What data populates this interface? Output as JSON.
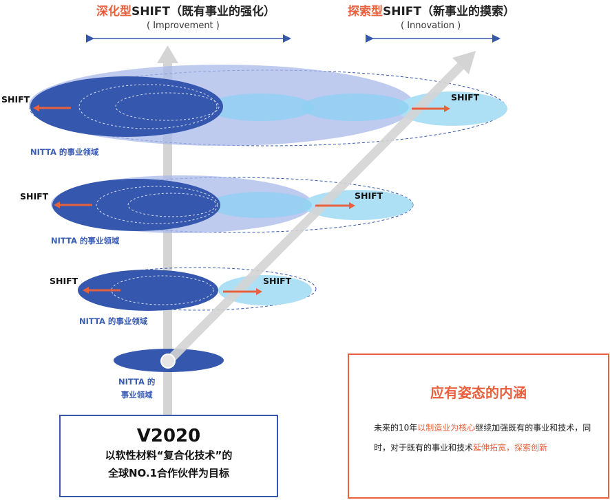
{
  "headers": {
    "improve_title_accent": "深化型",
    "improve_title_rest": "SHIFT（既有事业的强化）",
    "improve_sub": "( Improvement )",
    "innov_title_accent": "探索型",
    "innov_title_rest": "SHIFT（新事业的摸索）",
    "innov_sub": "( Innovation )"
  },
  "labels": {
    "shift": "SHIFT",
    "nitta_domain": "NITTA 的事业领域",
    "nitta_domain_line1": "NITTA 的",
    "nitta_domain_line2": "事业领域"
  },
  "vision_box": {
    "title": "V2020",
    "line1": "以软性材料“复合化技术”的",
    "line2": "全球NO.1合作伙伴为目标"
  },
  "outlook_box": {
    "title": "应有姿态的内涵",
    "body_1": "未来的10年",
    "body_hl1": "以制造业为核心",
    "body_2": "继续加强既有的事业和技术，同时，对于既有的事业和技术",
    "body_hl2": "延伸拓宽，探索创新"
  },
  "colors": {
    "accent": "#e8603c",
    "dark_blue": "#3557ad",
    "mid_blue": "#a9b8ea",
    "light_blue": "#aee0f5",
    "arrow_gray": "#d4d4d4"
  }
}
